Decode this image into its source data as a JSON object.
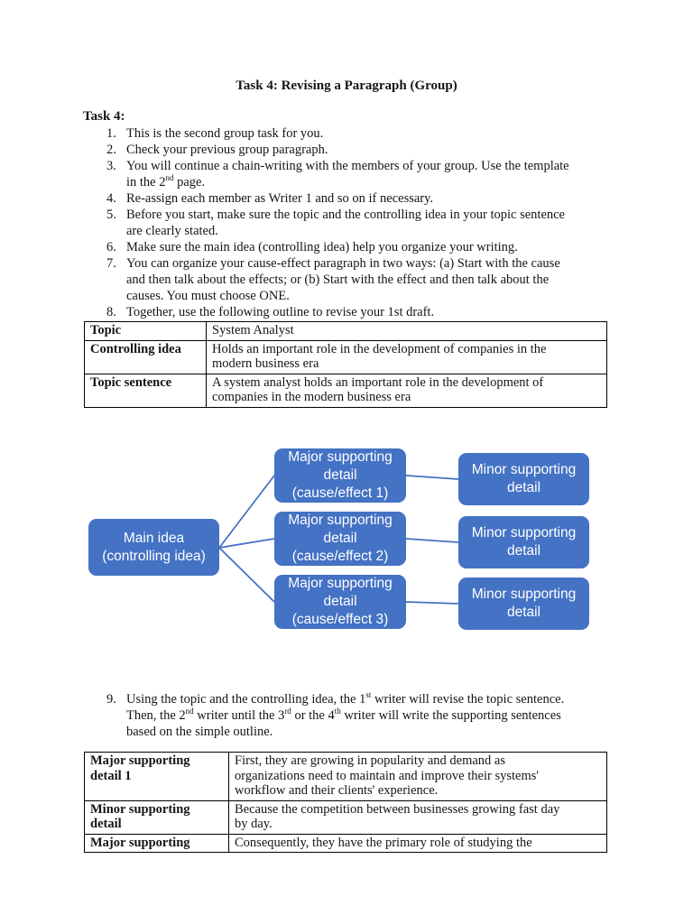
{
  "doc": {
    "title": "Task 4: Revising a Paragraph (Group)",
    "section_heading": "Task 4:"
  },
  "colors": {
    "box_blue": "#4472C4",
    "connector_blue": "#4472C4",
    "table_border": "#000000",
    "page_bg": "#FFFFFF",
    "box_text": "#FFFFFF"
  },
  "steps": [
    {
      "num": "1.",
      "lines": [
        "This is the second group task for you."
      ]
    },
    {
      "num": "2.",
      "lines": [
        "Check your previous group paragraph."
      ]
    },
    {
      "num": "3.",
      "lines": [
        "You will continue a chain-writing with the members of your group. Use the template",
        [
          "in the 2",
          "nd",
          " page."
        ]
      ]
    },
    {
      "num": "4.",
      "lines": [
        "Re-assign each member as Writer 1 and so on if necessary."
      ]
    },
    {
      "num": "5.",
      "lines": [
        "Before you start, make sure the topic and the controlling idea in your topic sentence",
        "are clearly stated."
      ]
    },
    {
      "num": "6.",
      "lines": [
        "Make sure the main idea (controlling idea) help you organize your writing."
      ]
    },
    {
      "num": "7.",
      "lines": [
        "You can organize your cause-effect paragraph in two ways: (a) Start with the cause",
        "and then talk about the effects; or (b) Start with the effect and then talk about the",
        "causes. You must choose ONE."
      ]
    },
    {
      "num": "8.",
      "lines": [
        "Together, use the following outline to revise your 1st draft."
      ]
    },
    {
      "num": "9.",
      "lines": [
        [
          "Using the topic and the controlling idea, the 1",
          "st",
          " writer will revise the topic sentence."
        ],
        [
          "Then, the 2",
          "nd",
          " writer until the 3",
          "rd",
          " or the 4",
          "th",
          " writer will write the supporting sentences"
        ],
        [
          "based on the simple outline."
        ]
      ]
    }
  ],
  "table1": {
    "rows": [
      {
        "label": "Topic",
        "value_lines": [
          "System Analyst"
        ]
      },
      {
        "label": "Controlling idea",
        "value_lines": [
          "Holds an important role in the development of companies in the",
          "modern business era"
        ]
      },
      {
        "label": "Topic sentence",
        "value_lines": [
          "A system analyst holds an important role in the development of",
          "companies in the modern business era"
        ]
      }
    ]
  },
  "diagram": {
    "main": "Main idea\n(controlling idea)",
    "majors": [
      "Major supporting\ndetail\n(cause/effect 1)",
      "Major supporting\ndetail\n(cause/effect 2)",
      "Major supporting\ndetail\n(cause/effect 3)"
    ],
    "minors": [
      "Minor supporting\ndetail",
      "Minor supporting\ndetail",
      "Minor supporting\ndetail"
    ]
  },
  "table2": {
    "rows": [
      {
        "label_lines": [
          "Major supporting",
          "detail 1"
        ],
        "value_lines": [
          "First, they are growing in popularity and demand as",
          "organizations need to maintain and improve their systems'",
          "workflow and their clients' experience."
        ]
      },
      {
        "label_lines": [
          "Minor supporting",
          "detail"
        ],
        "value_lines": [
          "Because the competition between businesses growing fast day",
          "by day."
        ]
      },
      {
        "label_lines": [
          "Major supporting"
        ],
        "value_lines": [
          "Consequently, they have the primary role of studying the"
        ]
      }
    ]
  }
}
